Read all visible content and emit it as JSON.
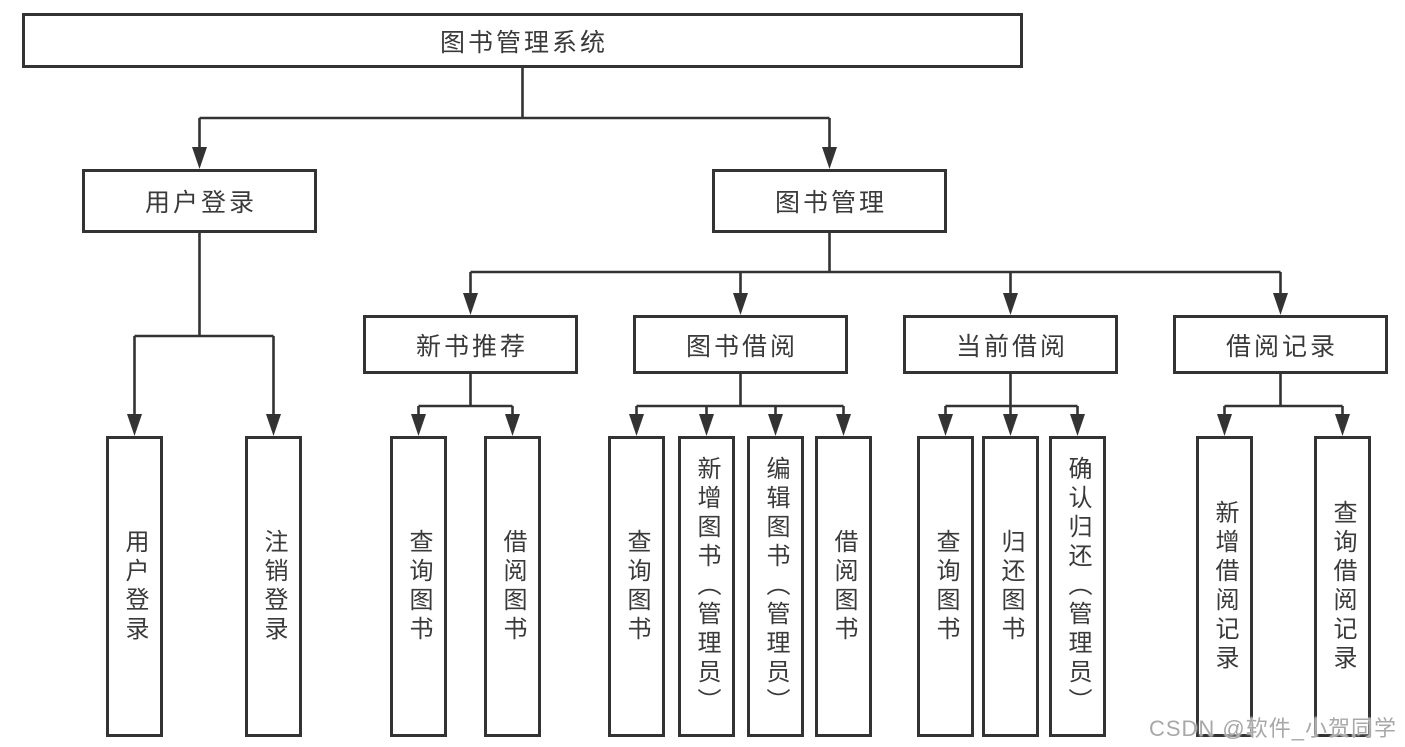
{
  "nodes": {
    "root": {
      "label": "图书管理系统"
    },
    "level2": [
      {
        "label": "用户登录"
      },
      {
        "label": "图书管理"
      }
    ],
    "level3": [
      {
        "label": "新书推荐",
        "parent": "图书管理"
      },
      {
        "label": "图书借阅",
        "parent": "图书管理"
      },
      {
        "label": "当前借阅",
        "parent": "图书管理"
      },
      {
        "label": "借阅记录",
        "parent": "图书管理"
      }
    ],
    "leaves": [
      {
        "label": "用户登录",
        "parent": "用户登录"
      },
      {
        "label": "注销登录",
        "parent": "用户登录"
      },
      {
        "label": "查询图书",
        "parent": "新书推荐"
      },
      {
        "label": "借阅图书",
        "parent": "新书推荐"
      },
      {
        "label": "查询图书",
        "parent": "图书借阅"
      },
      {
        "label": "新增图书（管理员）",
        "parent": "图书借阅"
      },
      {
        "label": "编辑图书（管理员）",
        "parent": "图书借阅"
      },
      {
        "label": "借阅图书",
        "parent": "图书借阅"
      },
      {
        "label": "查询图书",
        "parent": "当前借阅"
      },
      {
        "label": "归还图书",
        "parent": "当前借阅"
      },
      {
        "label": "确认归还（管理员）",
        "parent": "当前借阅"
      },
      {
        "label": "新增借阅记录",
        "parent": "借阅记录"
      },
      {
        "label": "查询借阅记录",
        "parent": "借阅记录"
      }
    ]
  },
  "watermark": "CSDN @软件_小贺同学",
  "colors": {
    "line": "#333333",
    "box_border": "#333333",
    "box_fill": "#ffffff",
    "text": "#3a3a3a",
    "watermark": "#a8a8a8"
  }
}
